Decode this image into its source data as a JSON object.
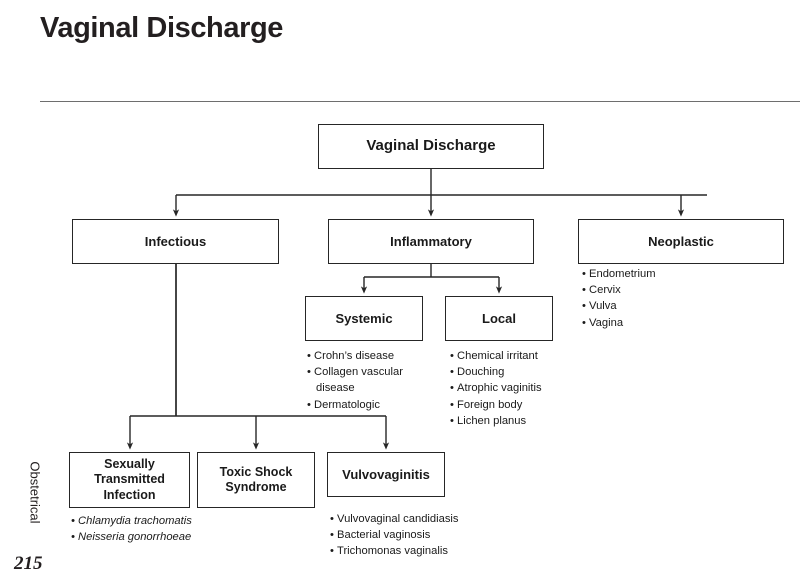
{
  "header": {
    "title": "Vaginal Discharge"
  },
  "margin": {
    "section_label": "Obstetrical",
    "page_number": "215"
  },
  "chart_data": {
    "type": "diagram",
    "title": "Vaginal Discharge",
    "nodes": {
      "root": "Vaginal Discharge",
      "infectious": "Infectious",
      "inflammatory": "Inflammatory",
      "neoplastic": "Neoplastic",
      "systemic": "Systemic",
      "local": "Local",
      "sti_line1": "Sexually",
      "sti_line2": "Transmitted",
      "sti_line3": "Infection",
      "tss_line1": "Toxic Shock",
      "tss_line2": "Syndrome",
      "vulvovaginitis": "Vulvovaginitis"
    },
    "lists": {
      "neoplastic": [
        "Endometrium",
        "Cervix",
        "Vulva",
        "Vagina"
      ],
      "systemic": [
        "Crohn’s disease",
        "Collagen vascular disease",
        "Dermatologic"
      ],
      "local": [
        "Chemical irritant",
        "Douching",
        "Atrophic vaginitis",
        "Foreign body",
        "Lichen planus"
      ],
      "sti": [
        "Chlamydia trachomatis",
        "Neisseria gonorrhoeae"
      ],
      "vulvovaginitis": [
        "Vulvovaginal candidiasis",
        "Bacterial vaginosis",
        "Trichomonas vaginalis"
      ]
    },
    "edges": [
      {
        "from": "root",
        "to": "infectious"
      },
      {
        "from": "root",
        "to": "inflammatory"
      },
      {
        "from": "root",
        "to": "neoplastic"
      },
      {
        "from": "inflammatory",
        "to": "systemic"
      },
      {
        "from": "inflammatory",
        "to": "local"
      },
      {
        "from": "infectious",
        "to": "sti"
      },
      {
        "from": "infectious",
        "to": "tss"
      },
      {
        "from": "infectious",
        "to": "vulvovaginitis"
      }
    ],
    "colors": {
      "stroke": "#262626",
      "text": "#1a1a1a",
      "background": "#ffffff",
      "rule": "#6e6e6e"
    }
  }
}
